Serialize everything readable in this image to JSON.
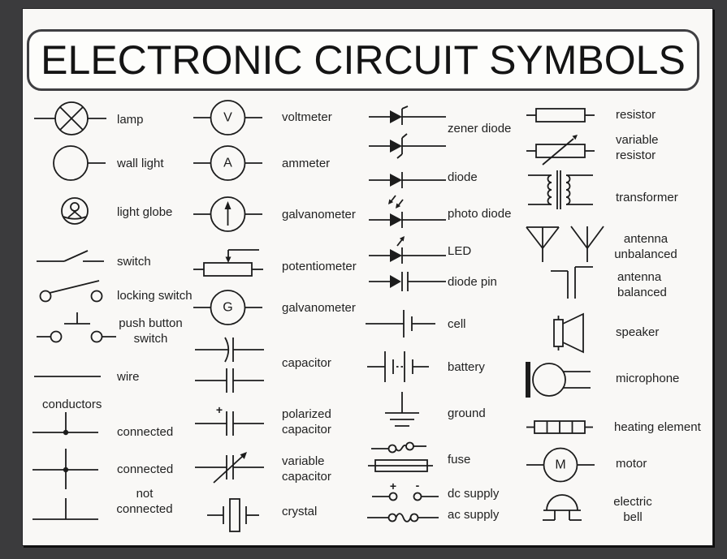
{
  "title": "ELECTRONIC CIRCUIT SYMBOLS",
  "colors": {
    "frame": "#3b3b3d",
    "panel": "#f9f8f6",
    "ink": "#1c1c1c"
  },
  "sections": {
    "conductors_heading": "conductors"
  },
  "labels": {
    "lamp": "lamp",
    "wall_light": "wall light",
    "light_globe": "light globe",
    "switch": "switch",
    "locking_switch": "locking switch",
    "push_button_switch": "push button\nswitch",
    "wire": "wire",
    "connected_tee": "connected",
    "connected_cross": "connected",
    "not_connected": "not\nconnected",
    "voltmeter": "voltmeter",
    "ammeter": "ammeter",
    "galvanometer_arrow": "galvanometer",
    "potentiometer": "potentiometer",
    "galvanometer_g": "galvanometer",
    "capacitor": "capacitor",
    "polarized_capacitor": "polarized\ncapacitor",
    "variable_capacitor": "variable\ncapacitor",
    "crystal": "crystal",
    "zener_diode": "zener diode",
    "diode": "diode",
    "photo_diode": "photo diode",
    "led": "LED",
    "diode_pin": "diode pin",
    "cell": "cell",
    "battery": "battery",
    "ground": "ground",
    "fuse": "fuse",
    "dc_supply": "dc supply",
    "ac_supply": "ac supply",
    "resistor": "resistor",
    "variable_resistor": "variable\nresistor",
    "transformer": "transformer",
    "antenna_unbalanced": "antenna\nunbalanced",
    "antenna_balanced": "antenna\nbalanced",
    "speaker": "speaker",
    "microphone": "microphone",
    "heating_element": "heating element",
    "motor": "motor",
    "electric_bell": "electric\nbell"
  },
  "glyphs": {
    "voltmeter": "V",
    "ammeter": "A",
    "galvanometer": "G",
    "motor": "M",
    "plus": "+",
    "minus": "-"
  }
}
